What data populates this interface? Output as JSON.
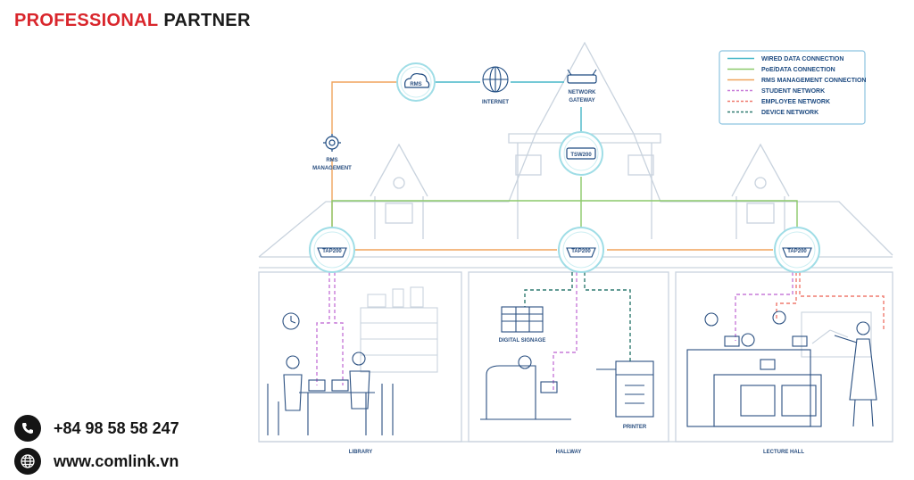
{
  "brand": {
    "part1": "PROFESSIONAL",
    "part2": "PARTNER",
    "color_red": "#d9262c"
  },
  "contact": {
    "phone": "+84 98 58 58 247",
    "website": "www.comlink.vn",
    "phone_icon": "phone-icon",
    "web_icon": "globe-icon"
  },
  "legend": [
    {
      "label": "WIRED DATA CONNECTION",
      "color": "#46b7c8",
      "dashed": false
    },
    {
      "label": "PoE/DATA CONNECTION",
      "color": "#8cc96a",
      "dashed": false
    },
    {
      "label": "RMS MANAGEMENT CONNECTION",
      "color": "#f0a45c",
      "dashed": false
    },
    {
      "label": "STUDENT NETWORK",
      "color": "#c77ad8",
      "dashed": true
    },
    {
      "label": "EMPLOYEE NETWORK",
      "color": "#ef7a6f",
      "dashed": true
    },
    {
      "label": "DEVICE NETWORK",
      "color": "#2f7a70",
      "dashed": true
    }
  ],
  "nodes": {
    "rms_cloud": "RMS",
    "internet": "INTERNET",
    "gateway_1": "NETWORK",
    "gateway_2": "GATEWAY",
    "rms_mgmt_1": "RMS",
    "rms_mgmt_2": "MANAGEMENT",
    "switch": "TSW200",
    "ap_left": "TAP200",
    "ap_center": "TAP200",
    "ap_right": "TAP200",
    "digital_signage": "DIGITAL SIGNAGE",
    "printer": "PRINTER"
  },
  "rooms": {
    "library": "LIBRARY",
    "hallway": "HALLWAY",
    "lecture": "LECTURE HALL"
  }
}
